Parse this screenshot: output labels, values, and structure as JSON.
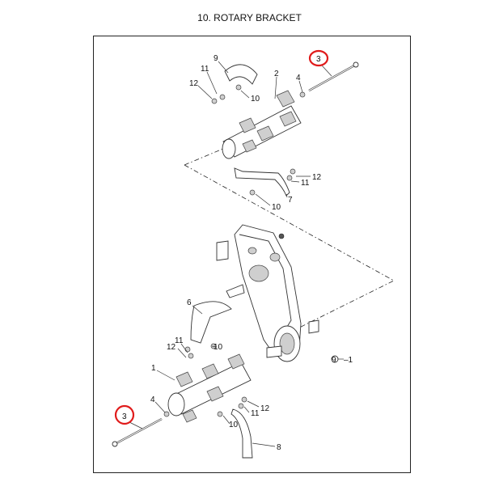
{
  "title": "10. ROTARY BRACKET",
  "callouts": {
    "top_assembly": [
      "9",
      "11",
      "12",
      "10",
      "2",
      "4",
      "3"
    ],
    "middle_bracket": [
      "12",
      "11",
      "7",
      "10"
    ],
    "gearbox": [
      "9",
      "–1"
    ],
    "bottom_bracket": [
      "6",
      "11",
      "12",
      "10"
    ],
    "bottom_assembly": [
      "1",
      "4",
      "3",
      "12",
      "11",
      "10",
      "8"
    ]
  },
  "highlight": {
    "color": "#e01b1b",
    "targets": [
      "3"
    ]
  }
}
